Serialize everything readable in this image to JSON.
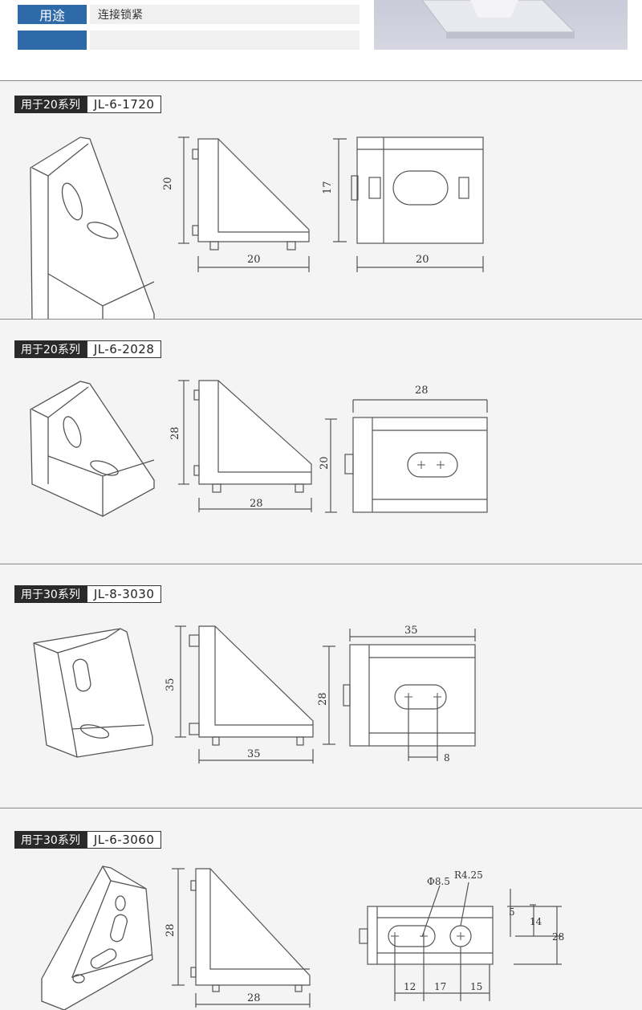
{
  "spec_table": {
    "rows": [
      {
        "label": "用途",
        "value": "连接锁紧"
      },
      {
        "label": "",
        "value": ""
      }
    ]
  },
  "sections": [
    {
      "series": "用于20系列",
      "model": "JL-6-1720",
      "dims": {
        "side_height": "20",
        "side_width": "20",
        "front_height": "17",
        "front_width": "20"
      }
    },
    {
      "series": "用于20系列",
      "model": "JL-6-2028",
      "dims": {
        "side_height": "28",
        "side_width": "28",
        "front_height": "20",
        "front_width": "28"
      }
    },
    {
      "series": "用于30系列",
      "model": "JL-8-3030",
      "dims": {
        "side_height": "35",
        "side_width": "35",
        "front_height": "28",
        "front_width": "35",
        "slot_spacing": "8"
      }
    },
    {
      "series": "用于30系列",
      "model": "JL-6-3060",
      "dims": {
        "side_height": "28",
        "side_width": "28",
        "hole_dia": "Φ8.5",
        "radius": "R4.25",
        "d5": "5",
        "d14": "14",
        "d28": "28",
        "d12": "12",
        "d17": "17",
        "d15": "15"
      }
    }
  ]
}
